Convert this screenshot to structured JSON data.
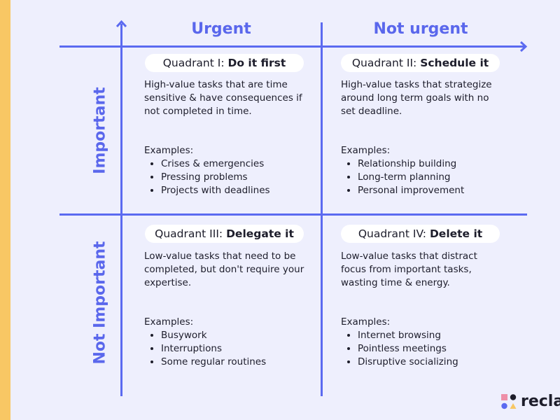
{
  "columns": [
    "Urgent",
    "Not urgent"
  ],
  "rows": [
    "Important",
    "Not Important"
  ],
  "quadrants": [
    {
      "prefix": "Quadrant I: ",
      "action": "Do it first",
      "description": "High-value tasks that are time sensitive & have consequences if not completed in time.",
      "examples_label": "Examples:",
      "examples": [
        "Crises & emergencies",
        "Pressing problems",
        "Projects with deadlines"
      ]
    },
    {
      "prefix": "Quadrant II: ",
      "action": "Schedule it",
      "description": "High-value tasks that strategize around long term goals with no set deadline.",
      "examples_label": "Examples:",
      "examples": [
        "Relationship building",
        "Long-term planning",
        "Personal improvement"
      ]
    },
    {
      "prefix": "Quadrant III: ",
      "action": "Delegate it",
      "description": "Low-value tasks that need to be completed, but don't require your expertise.",
      "examples_label": "Examples:",
      "examples": [
        "Busywork",
        "Interruptions",
        "Some regular routines"
      ]
    },
    {
      "prefix": "Quadrant IV: ",
      "action": "Delete it",
      "description": "Low-value tasks that distract focus from important tasks, wasting time & energy.",
      "examples_label": "Examples:",
      "examples": [
        "Internet browsing",
        "Pointless meetings",
        "Disruptive socializing"
      ]
    }
  ],
  "logo": {
    "text": "reclaim"
  },
  "colors": {
    "accent": "#5b6af0",
    "strip": "#f8c764",
    "background": "#eeeffd"
  }
}
